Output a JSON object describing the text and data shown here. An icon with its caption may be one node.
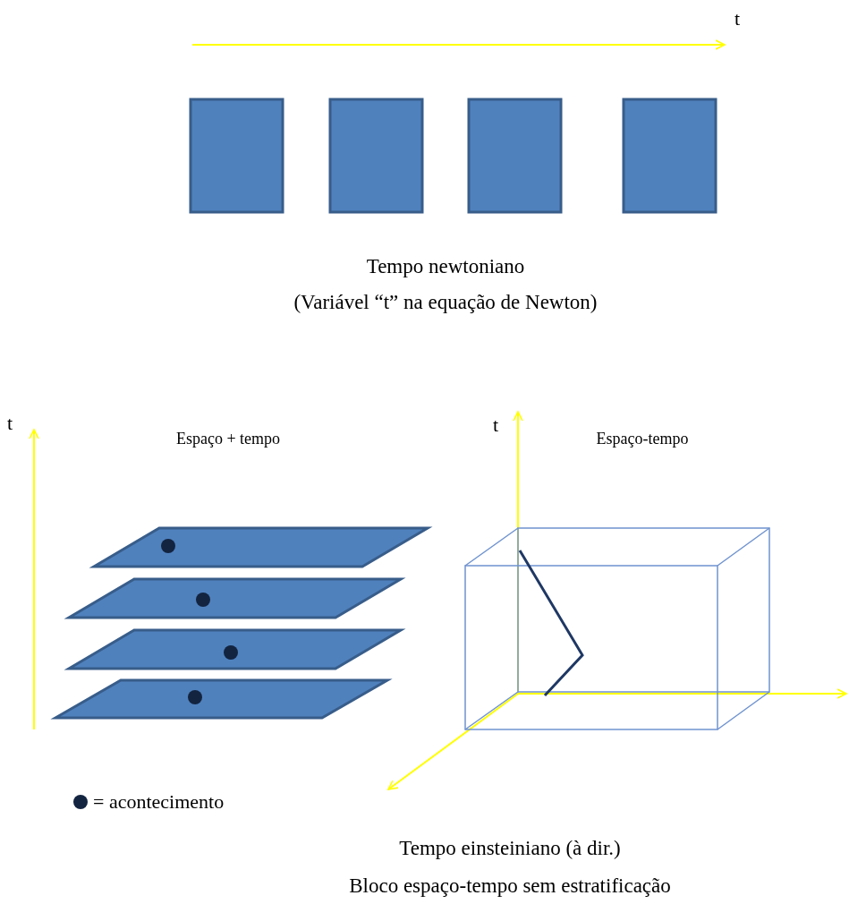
{
  "diagram": {
    "labels": [
      "t",
      "Tempo newtoniano",
      "(Variável “t” na equação de Newton)",
      "t",
      "Espaço + tempo",
      "t",
      "Espaço-tempo",
      "Tempo einsteiniano (à dir.)",
      "Bloco espaço-tempo sem estratificação"
    ],
    "legend": [
      {
        "text": "= acontecimento",
        "color": "#132440"
      }
    ]
  }
}
